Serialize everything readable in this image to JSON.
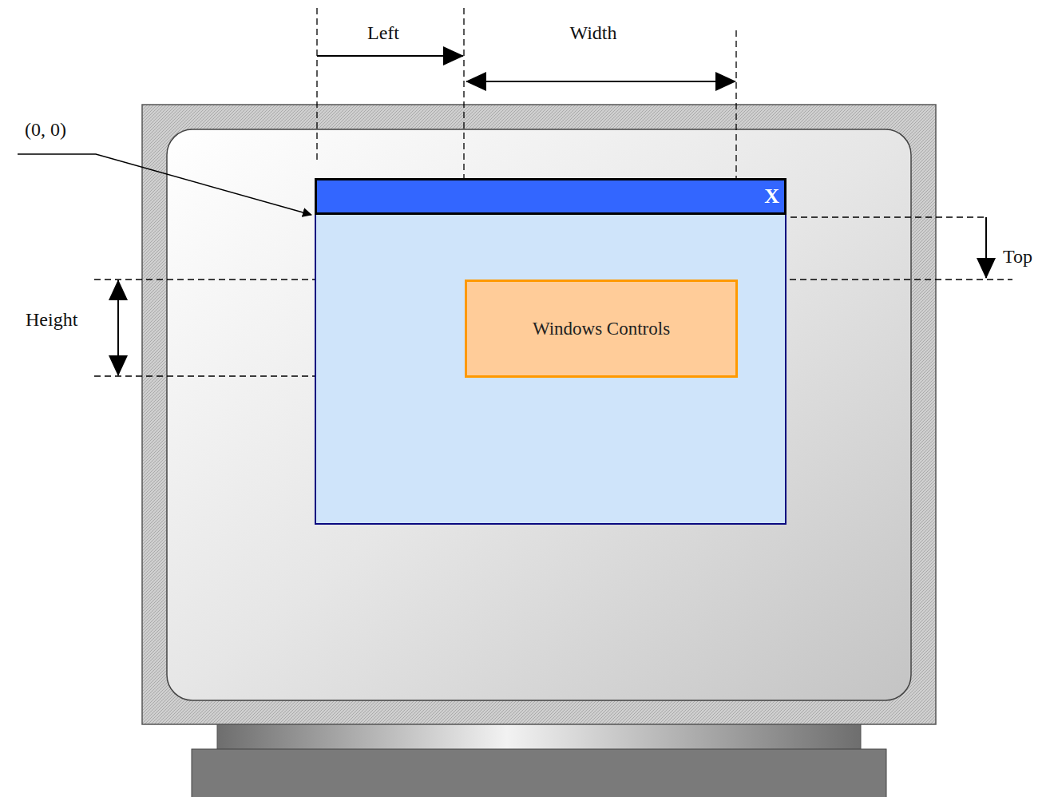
{
  "diagram": {
    "nodes": [
      {
        "text": [
          "X"
        ]
      },
      {
        "text": [
          "Windows Controls"
        ],
        "in": 0
      }
    ],
    "labels": [
      "Left",
      "Width",
      "(0, 0)",
      "Top",
      "Height"
    ]
  }
}
